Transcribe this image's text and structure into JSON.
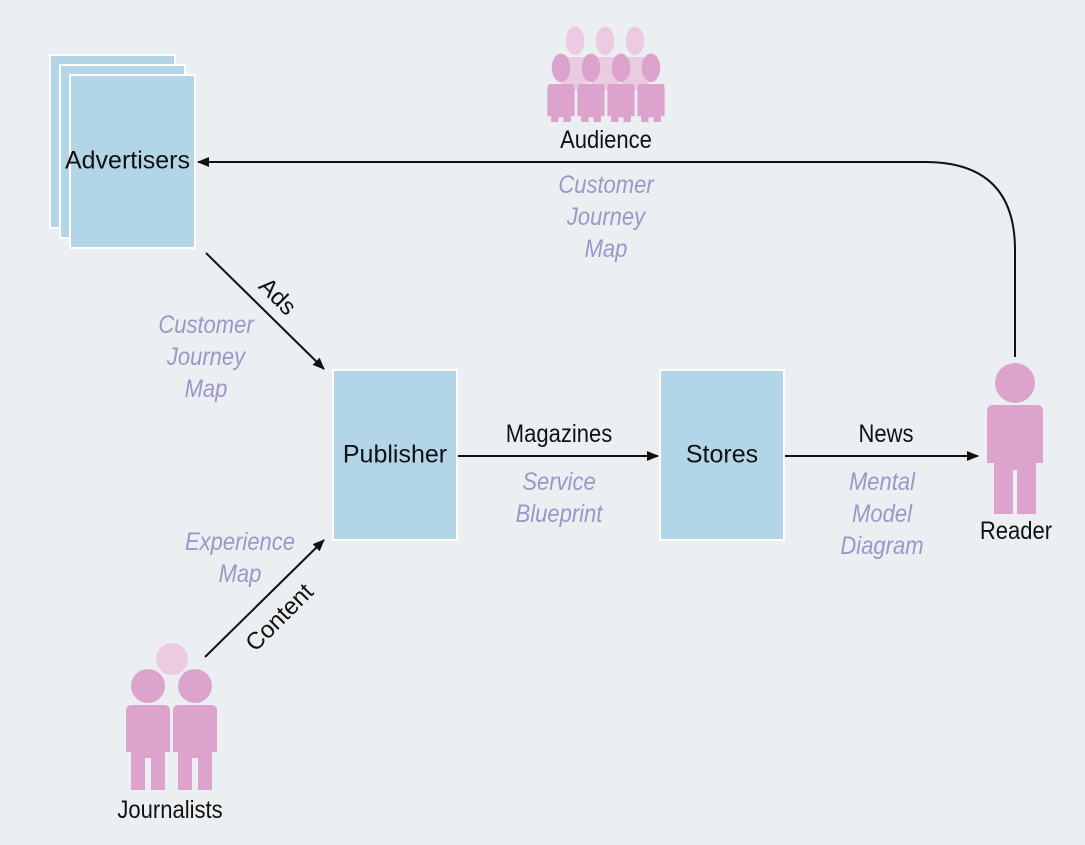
{
  "nodes": {
    "advertisers": "Advertisers",
    "publisher": "Publisher",
    "stores": "Stores",
    "audience": "Audience",
    "reader": "Reader",
    "journalists": "Journalists"
  },
  "flows": {
    "ads": "Ads",
    "content": "Content",
    "magazines": "Magazines",
    "news": "News"
  },
  "methods": {
    "audience_map": "Customer\nJourney\nMap",
    "ads_map": "Customer\nJourney\nMap",
    "content_map": "Experience\nMap",
    "service_blueprint": "Service\nBlueprint",
    "mental_model": "Mental\nModel\nDiagram"
  },
  "colors": {
    "background": "#eceff1",
    "box_fill": "#b3d5e8",
    "person": "#dca4cc",
    "person_faint": "#ebcbe2",
    "method_text": "#9d96c8"
  }
}
